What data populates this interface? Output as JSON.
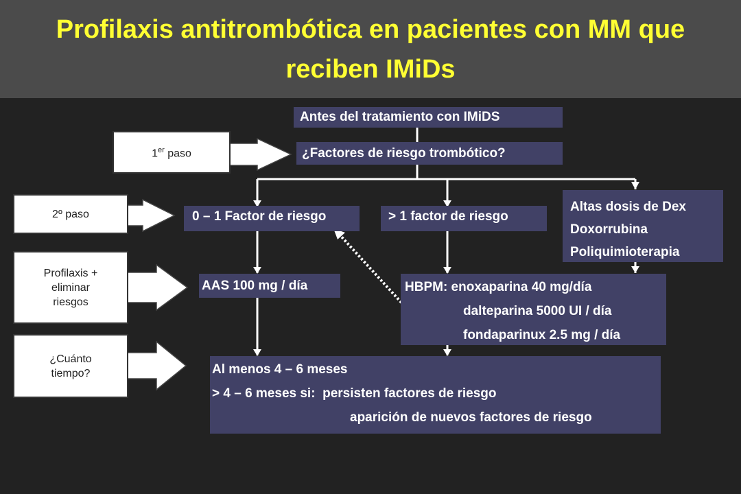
{
  "title": {
    "line1": "Profilaxis antitrombótica en pacientes con MM que",
    "line2": "reciben IMiDs"
  },
  "colors": {
    "background": "#222222",
    "title_bar": "#4b4b4b",
    "title_text": "#ffff33",
    "box_fill": "#414166",
    "box_text": "#ffffff"
  },
  "steps": {
    "step1_sup": "er",
    "step1_num": "1",
    "step1_text": "paso",
    "step2": "2º paso",
    "step3_line1": "Profilaxis +",
    "step3_line2": "eliminar",
    "step3_line3": "riesgos",
    "step4_line1": "¿Cuánto",
    "step4_line2": "tiempo?"
  },
  "flow": {
    "start": "Antes del tratamiento con IMiDS",
    "question": "¿Factores de riesgo trombótico?",
    "low_risk": "0 – 1 Factor de riesgo",
    "high_risk": "> 1 factor de riesgo",
    "special": [
      "Altas dosis de Dex",
      "Doxorrubina",
      "Poliquimioterapia"
    ],
    "aas": "AAS 100 mg / día",
    "hbpm": [
      "HBPM: enoxaparina 40 mg/día",
      "dalteparina 5000 UI / día",
      "fondaparinux 2.5 mg / día"
    ],
    "duration": [
      "Al menos 4 – 6 meses",
      "> 4 – 6 meses si:  persisten factores de riesgo",
      "aparición de nuevos factores de riesgo"
    ]
  }
}
